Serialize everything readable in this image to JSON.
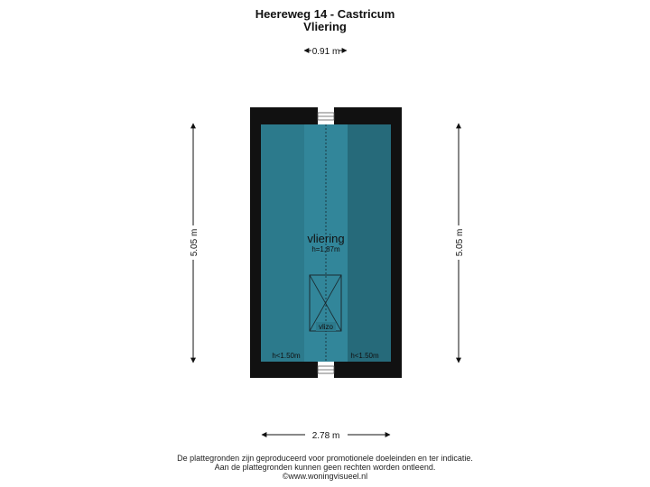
{
  "header": {
    "title": "Heereweg 14 - Castricum",
    "subtitle": "Vliering"
  },
  "dimensions": {
    "top_width": "0.91 m",
    "left_height": "5.05 m",
    "right_height": "5.05 m",
    "bottom_width": "2.78 m"
  },
  "room": {
    "name": "vliering",
    "height": "h=1,87m",
    "hatch_label": "vlizo",
    "low_left": "h<1.50m",
    "low_right": "h<1.50m"
  },
  "footer": {
    "line1": "De plattegronden zijn geproduceerd voor promotionele doeleinden en ter indicatie.",
    "line2": "Aan de plattegronden kunnen geen rechten worden ontleend.",
    "line3": "©www.woningvisueel.nl"
  },
  "colors": {
    "wall": "#111111",
    "floor": "#2c7a8c",
    "floor_center": "#32869a",
    "floor_low": "#266a7a"
  }
}
